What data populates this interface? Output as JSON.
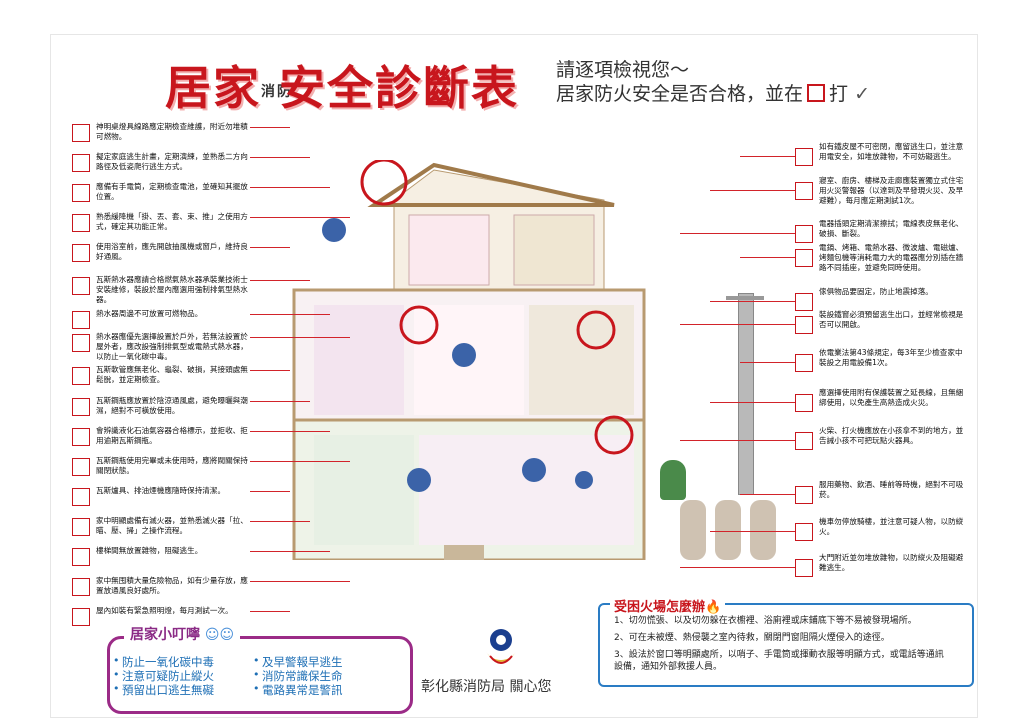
{
  "header": {
    "title_part1": "居家",
    "title_small": "消防",
    "title_part2": "安全診斷表",
    "subtitle_line1": "請逐項檢視您～",
    "subtitle_line2a": "居家防火安全是否合格，並在",
    "subtitle_line2b": "打"
  },
  "left_items": [
    "神明桌燈具線路應定期檢查維護，附近勿堆積可燃物。",
    "擬定家庭逃生計畫，定期演練，並熟悉二方向路徑及低姿爬行逃生方式。",
    "應備有手電筒，定期檢查電池，並確知其擺放位置。",
    "熟悉緩降機「掛、丟、套、束、推」之使用方式，確定其功能正常。",
    "使用浴室前，應先開啟抽風機或窗戶，維持良好通風。",
    "瓦斯熱水器應請合格燃氣熱水器承裝業技術士安裝維修，裝設於屋內應選用強制排氣型熱水器。",
    "熱水器周邊不可放置可燃物品。",
    "熱水器應優先選擇設置於戶外，若無法設置於屋外者，應改設強制排氣型或電熱式熱水器，以防止一氧化碳中毒。",
    "瓦斯軟管應無老化、龜裂、破損，其接頭處無鬆脫，並定期檢查。",
    "瓦斯鋼瓶應放置於陰涼通風處，避免曝曬與潮濕，絕對不可橫放使用。",
    "會辨識液化石油氣容器合格標示，並拒收、拒用逾期瓦斯鋼瓶。",
    "瓦斯鋼瓶使用完畢或未使用時，應將閥關保持關閉狀態。",
    "瓦斯爐具、排油煙機應隨時保持清潔。",
    "家中明顯處備有滅火器，並熟悉滅火器「拉、瞄、壓、掃」之操作流程。",
    "樓梯間無放置雜物，阻礙逃生。",
    "家中無囤積大量危險物品，如有少量存放，應置放通風良好處所。",
    "屋內如裝有緊急照明燈，每月測試一次。"
  ],
  "right_items": [
    "如有鐵皮屋不可密閉，應留逃生口，並注意用電安全，如堆放雜物，不可妨礙逃生。",
    "寢室、廚房、樓梯及走廊應裝置獨立式住宅用火災警報器（以達到及早發現火災、及早避難），每月應定期測試1次。",
    "電器插頭定期清潔擦拭；電線表皮無老化、破損、斷裂。",
    "電鍋、烤箱、電熱水器、微波爐、電磁爐、烤麵包機等消耗電力大的電器應分別插在牆路不同插座，並避免同時使用。",
    "傢俱物品要固定，防止地震掉落。",
    "裝設鐵窗必須預留逃生出口，並經常檢視是否可以開啟。",
    "依電業法第43條規定，每3年至少檢查家中裝設之用電設備1次。",
    "應選擇使用附有保護裝置之延長線，且無綑綁使用，以免產生高熱造成火災。",
    "火柴、打火機應放在小孩拿不到的地方，並告誡小孩不可把玩點火器具。",
    "服用藥物、飲酒、睡前等時機，絕對不可吸菸。",
    "機車勿停放騎樓，並注意可疑人物，以防縱火。",
    "大門附近並勿堆放雜物，以防縱火及阻礙避難逃生。"
  ],
  "tips": {
    "title": "居家小叮嚀",
    "items": [
      "防止一氧化碳中毒",
      "注意可疑防止縱火",
      "預留出口逃生無礙",
      "及早警報早逃生",
      "消防常識保生命",
      "電路異常是警訊"
    ]
  },
  "fire": {
    "title": "受困火場怎麼辦",
    "items": [
      "1、切勿慌張、以及切勿躲在衣櫥裡、浴廁裡或床鋪底下等不易被發現場所。",
      "2、可在未被煙、熱侵襲之室內待救，關閉門窗阻隔火煙侵入的途徑。",
      "3、設法於窗口等明顯處所，以哨子、手電筒或揮動衣服等明顯方式，或電話等通訊設備，通知外部救援人員。"
    ]
  },
  "footer": "彰化縣消防局 關心您",
  "colors": {
    "red": "#c8161d",
    "blue": "#1e6fb5",
    "purple": "#8a2a85"
  }
}
